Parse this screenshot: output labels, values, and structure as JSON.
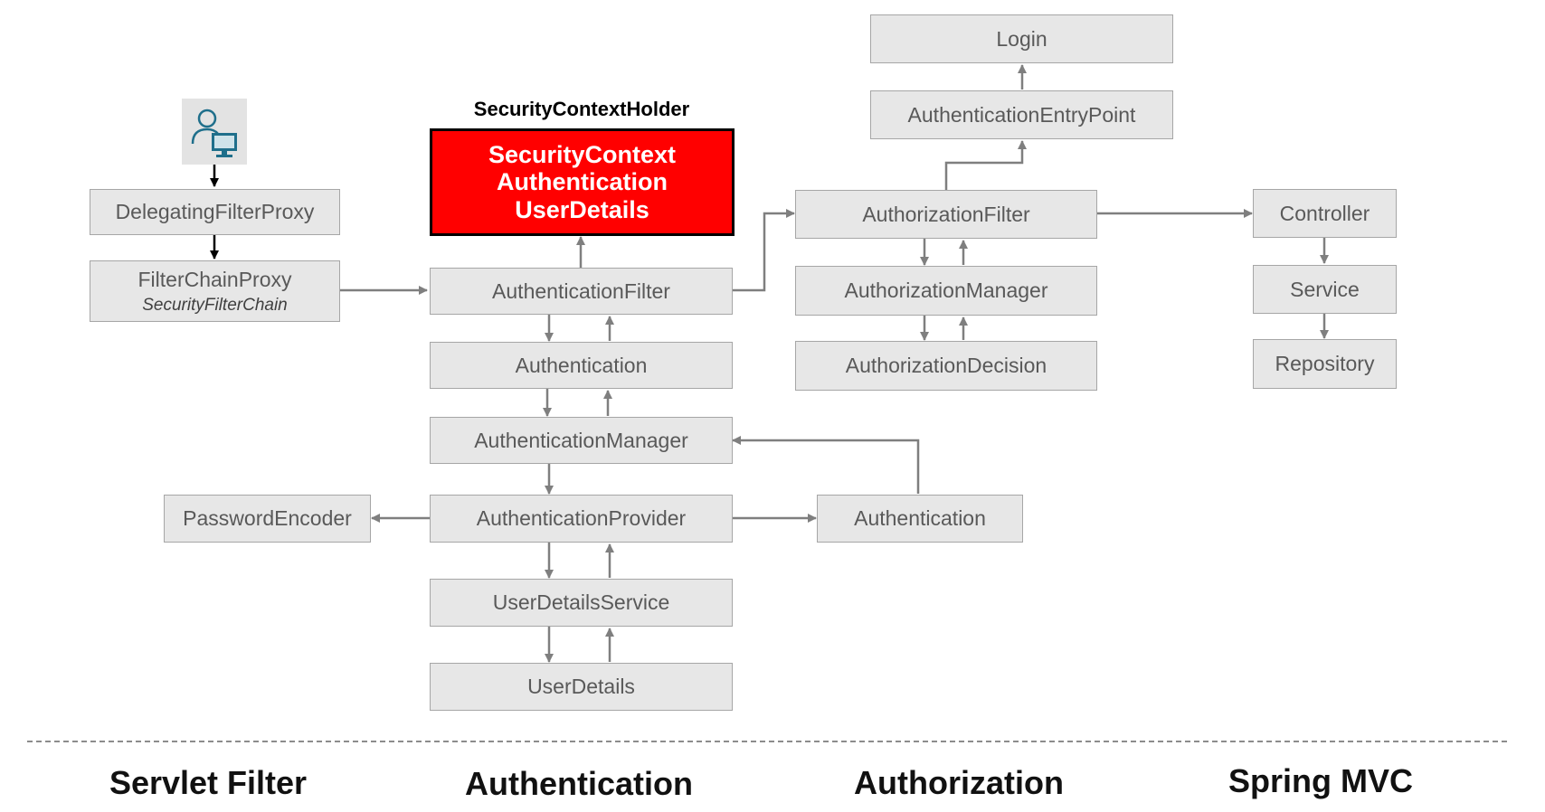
{
  "nodes": {
    "delegating_filter_proxy": "DelegatingFilterProxy",
    "filter_chain_proxy": "FilterChainProxy",
    "security_filter_chain": "SecurityFilterChain",
    "security_context_holder": "SecurityContextHolder",
    "security_context": [
      "SecurityContext",
      "Authentication",
      "UserDetails"
    ],
    "authentication_filter": "AuthenticationFilter",
    "authentication": "Authentication",
    "authentication_manager": "AuthenticationManager",
    "authentication_provider": "AuthenticationProvider",
    "password_encoder": "PasswordEncoder",
    "authentication_result": "Authentication",
    "user_details_service": "UserDetailsService",
    "user_details": "UserDetails",
    "login": "Login",
    "authentication_entry_point": "AuthenticationEntryPoint",
    "authorization_filter": "AuthorizationFilter",
    "authorization_manager": "AuthorizationManager",
    "authorization_decision": "AuthorizationDecision",
    "controller": "Controller",
    "service": "Service",
    "repository": "Repository"
  },
  "sections": [
    "Servlet Filter",
    "Authentication",
    "Authorization",
    "Spring MVC"
  ],
  "colors": {
    "box_fill": "#e7e7e7",
    "box_border": "#a6a6a6",
    "box_text": "#595959",
    "highlight_fill": "#ff0000",
    "highlight_border": "#000000",
    "arrow": "#7f7f7f"
  },
  "icon": "user-computer-icon"
}
